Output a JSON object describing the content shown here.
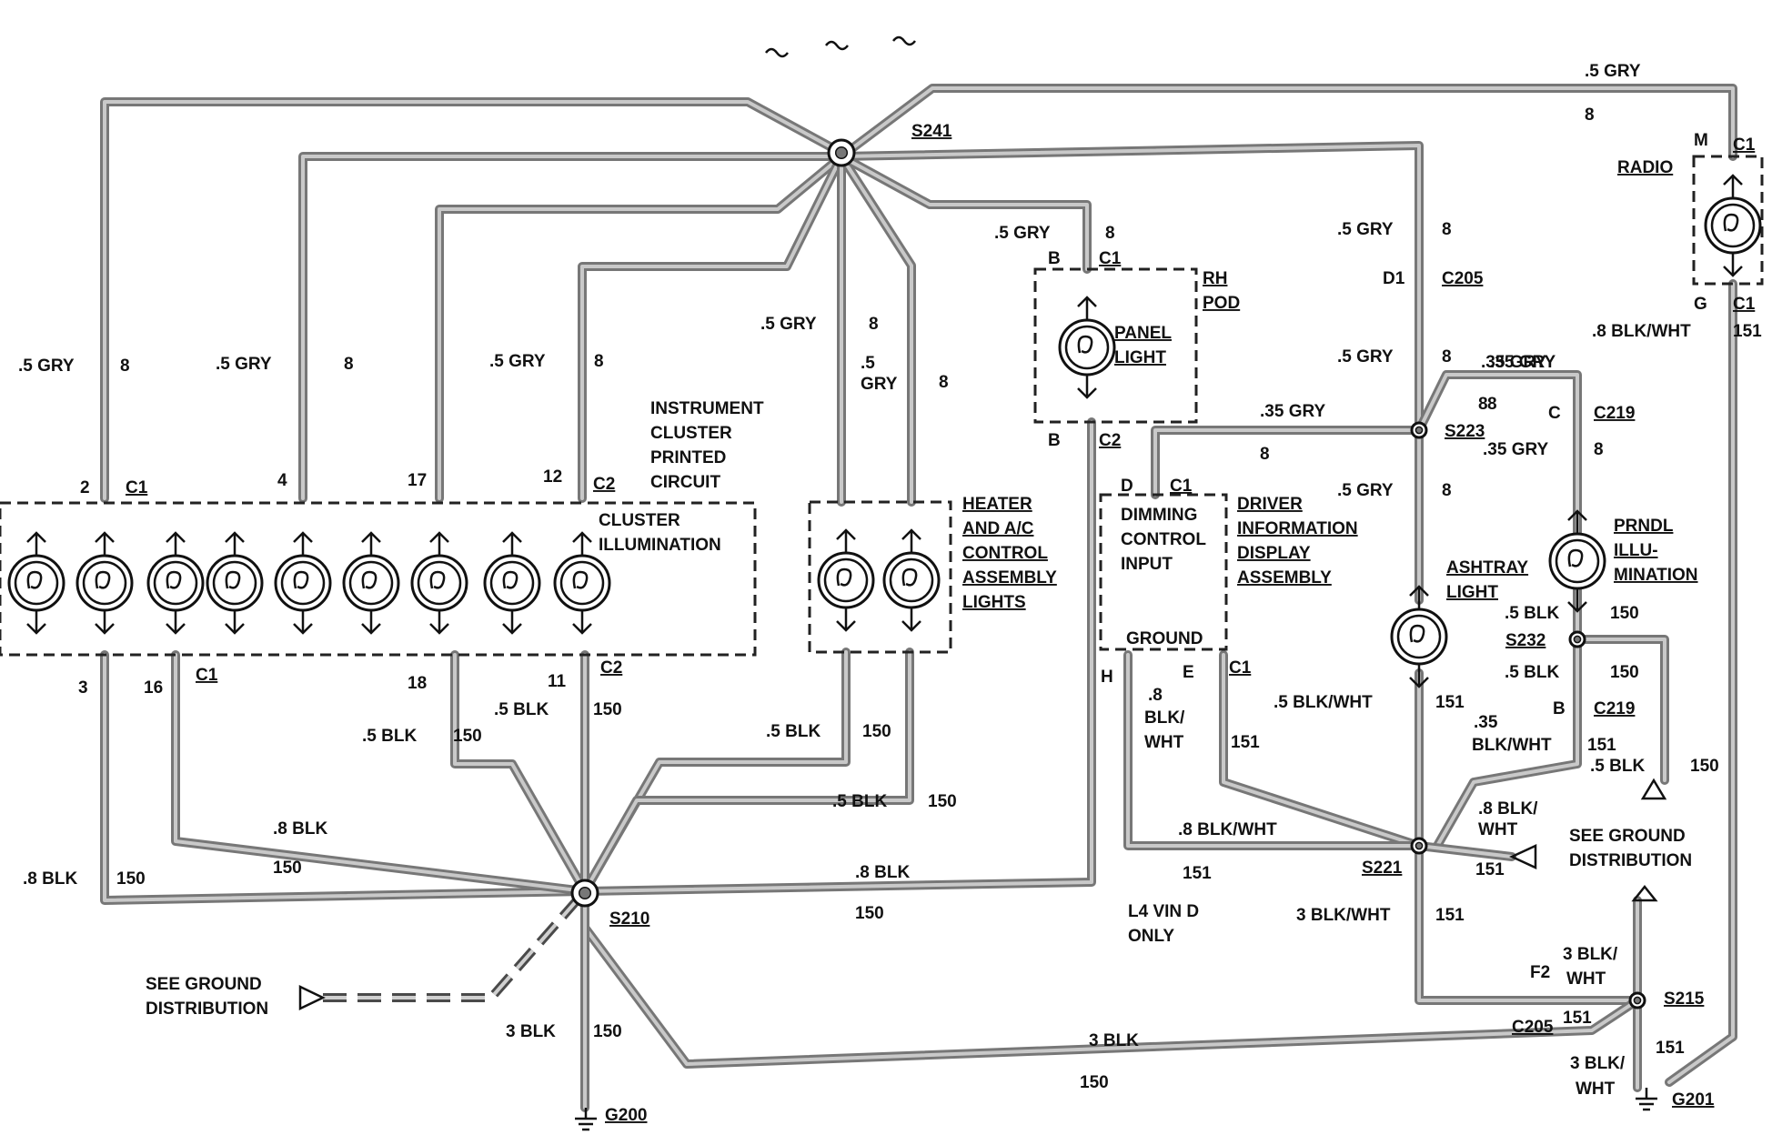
{
  "components": {
    "radio": "RADIO",
    "rh_pod": [
      "RH",
      "POD"
    ],
    "panel_light": [
      "PANEL",
      "LIGHT"
    ],
    "instrument_cluster": [
      "INSTRUMENT",
      "CLUSTER",
      "PRINTED",
      "CIRCUIT"
    ],
    "cluster_illumination": [
      "CLUSTER",
      "ILLUMINATION"
    ],
    "heater": [
      "HEATER",
      "AND A/C",
      "CONTROL",
      "ASSEMBLY",
      "LIGHTS"
    ],
    "dimming": [
      "DIMMING",
      "CONTROL",
      "INPUT"
    ],
    "dimming_ground": "GROUND",
    "driver_info": [
      "DRIVER",
      "INFORMATION",
      "DISPLAY",
      "ASSEMBLY"
    ],
    "ashtray": [
      "ASHTRAY",
      "LIGHT"
    ],
    "prndl": [
      "PRNDL",
      "ILLU-",
      "MINATION"
    ],
    "see_ground_1": [
      "SEE GROUND",
      "DISTRIBUTION"
    ],
    "see_ground_2": [
      "SEE GROUND",
      "DISTRIBUTION"
    ],
    "l4_note": [
      "L4 VIN D",
      "ONLY"
    ]
  },
  "splices": [
    "S241",
    "S210",
    "S223",
    "S221",
    "S232",
    "S215"
  ],
  "grounds": [
    "G200",
    "G201"
  ],
  "connectors": [
    "C1",
    "C2",
    "C205",
    "C219"
  ],
  "labels": [
    {
      "id": "t1",
      "text": ".5 GRY"
    },
    {
      "id": "t2",
      "text": "8"
    },
    {
      "id": "t3",
      "text": "S241"
    },
    {
      "id": "t4",
      "text": "M"
    },
    {
      "id": "t5",
      "text": "C1"
    },
    {
      "id": "t6",
      "text": "G"
    },
    {
      "id": "t7",
      "text": "C1"
    },
    {
      "id": "t8",
      "text": "151"
    },
    {
      "id": "t9",
      "text": ".8 BLK/WHT"
    },
    {
      "id": "t10",
      "text": ".5 GRY"
    },
    {
      "id": "t11",
      "text": "8"
    },
    {
      "id": "t12",
      "text": ".5 GRY"
    },
    {
      "id": "t13",
      "text": "8"
    },
    {
      "id": "t14",
      "text": "B"
    },
    {
      "id": "t15",
      "text": "C1"
    },
    {
      "id": "t16",
      "text": "B"
    },
    {
      "id": "t17",
      "text": "C2"
    },
    {
      "id": "t18",
      "text": ".5 GRY"
    },
    {
      "id": "t19",
      "text": "8"
    },
    {
      "id": "t20",
      "text": "D1"
    },
    {
      "id": "t21",
      "text": "C205"
    },
    {
      "id": "t22",
      "text": ".5 GRY"
    },
    {
      "id": "t23",
      "text": "8"
    },
    {
      "id": "t24",
      "text": ".5 GRY"
    },
    {
      "id": "t25",
      "text": "8"
    },
    {
      "id": "t26",
      "text": ".5 GRY"
    },
    {
      "id": "t27",
      "text": "8"
    },
    {
      "id": "t28",
      "text": ".5 GRY"
    },
    {
      "id": "t29",
      "text": "8"
    },
    {
      "id": "t30",
      "text": ".5"
    },
    {
      "id": "t31",
      "text": "GRY"
    },
    {
      "id": "t32",
      "text": "8"
    },
    {
      "id": "t33",
      "text": ".35 GRY"
    },
    {
      "id": "t34",
      "text": "8"
    },
    {
      "id": "t35",
      "text": ".35 GRY"
    },
    {
      "id": "t36",
      "text": "8"
    },
    {
      "id": "t37",
      "text": "C"
    },
    {
      "id": "t38",
      "text": "C219"
    },
    {
      "id": "t39",
      "text": ".35 GRY"
    },
    {
      "id": "t40",
      "text": "8"
    },
    {
      "id": "t41",
      "text": "S223"
    },
    {
      "id": "t42",
      "text": ".35 GRY"
    },
    {
      "id": "t43",
      "text": "8"
    },
    {
      "id": "t44",
      "text": ".5 GRY"
    },
    {
      "id": "t45",
      "text": "8"
    },
    {
      "id": "t46",
      "text": "D"
    },
    {
      "id": "t47",
      "text": "C1"
    },
    {
      "id": "t48",
      "text": "2"
    },
    {
      "id": "t49",
      "text": "C1"
    },
    {
      "id": "t50",
      "text": "4"
    },
    {
      "id": "t51",
      "text": "17"
    },
    {
      "id": "t52",
      "text": "12"
    },
    {
      "id": "t53",
      "text": "C2"
    },
    {
      "id": "t54",
      "text": "3"
    },
    {
      "id": "t55",
      "text": "16"
    },
    {
      "id": "t56",
      "text": "C1"
    },
    {
      "id": "t57",
      "text": "18"
    },
    {
      "id": "t58",
      "text": "11"
    },
    {
      "id": "t59",
      "text": "C2"
    },
    {
      "id": "t60",
      "text": ".5 BLK"
    },
    {
      "id": "t61",
      "text": "150"
    },
    {
      "id": "t62",
      "text": ".5 BLK"
    },
    {
      "id": "t63",
      "text": "150"
    },
    {
      "id": "t64",
      "text": ".5 BLK"
    },
    {
      "id": "t65",
      "text": "150"
    },
    {
      "id": "t66",
      "text": ".5 BLK"
    },
    {
      "id": "t67",
      "text": "150"
    },
    {
      "id": "t68",
      "text": ".8 BLK"
    },
    {
      "id": "t69",
      "text": "150"
    },
    {
      "id": "t70",
      "text": ".8 BLK"
    },
    {
      "id": "t71",
      "text": "150"
    },
    {
      "id": "t72",
      "text": ".8 BLK"
    },
    {
      "id": "t73",
      "text": "150"
    },
    {
      "id": "t74",
      "text": "S210"
    },
    {
      "id": "t75",
      "text": "3 BLK"
    },
    {
      "id": "t76",
      "text": "150"
    },
    {
      "id": "t77",
      "text": "3 BLK"
    },
    {
      "id": "t78",
      "text": "150"
    },
    {
      "id": "t79",
      "text": "G200"
    },
    {
      "id": "t80",
      "text": "H"
    },
    {
      "id": "t81",
      "text": "E"
    },
    {
      "id": "t82",
      "text": "C1"
    },
    {
      "id": "t83",
      "text": ".8"
    },
    {
      "id": "t84",
      "text": "BLK/"
    },
    {
      "id": "t85",
      "text": "WHT"
    },
    {
      "id": "t86",
      "text": "151"
    },
    {
      "id": "t87",
      "text": ".8 BLK/WHT"
    },
    {
      "id": "t88",
      "text": "151"
    },
    {
      "id": "t89",
      "text": ".5 BLK/WHT"
    },
    {
      "id": "t90",
      "text": "151"
    },
    {
      "id": "t91",
      "text": ".5 BLK"
    },
    {
      "id": "t92",
      "text": "150"
    },
    {
      "id": "t93",
      "text": "S232"
    },
    {
      "id": "t94",
      "text": ".5 BLK"
    },
    {
      "id": "t95",
      "text": "150"
    },
    {
      "id": "t96",
      "text": "B"
    },
    {
      "id": "t97",
      "text": "C219"
    },
    {
      "id": "t98",
      "text": ".35"
    },
    {
      "id": "t99",
      "text": "BLK/WHT"
    },
    {
      "id": "t100",
      "text": "151"
    },
    {
      "id": "t101",
      "text": ".5 BLK"
    },
    {
      "id": "t102",
      "text": "150"
    },
    {
      "id": "t103",
      "text": ".8 BLK/"
    },
    {
      "id": "t104",
      "text": "WHT"
    },
    {
      "id": "t105",
      "text": "151"
    },
    {
      "id": "t106",
      "text": "S221"
    },
    {
      "id": "t107",
      "text": "3 BLK/WHT"
    },
    {
      "id": "t108",
      "text": "151"
    },
    {
      "id": "t109",
      "text": "3 BLK/"
    },
    {
      "id": "t110",
      "text": "WHT"
    },
    {
      "id": "t111",
      "text": "F2"
    },
    {
      "id": "t112",
      "text": "C205"
    },
    {
      "id": "t113",
      "text": "151"
    },
    {
      "id": "t114",
      "text": "S215"
    },
    {
      "id": "t115",
      "text": "3 BLK/"
    },
    {
      "id": "t116",
      "text": "WHT"
    },
    {
      "id": "t117",
      "text": "151"
    },
    {
      "id": "t118",
      "text": "G201"
    }
  ],
  "colors": {
    "wire": "#777777",
    "wire_core": "#c9c9c9",
    "ink": "#111111",
    "background": "#ffffff"
  }
}
